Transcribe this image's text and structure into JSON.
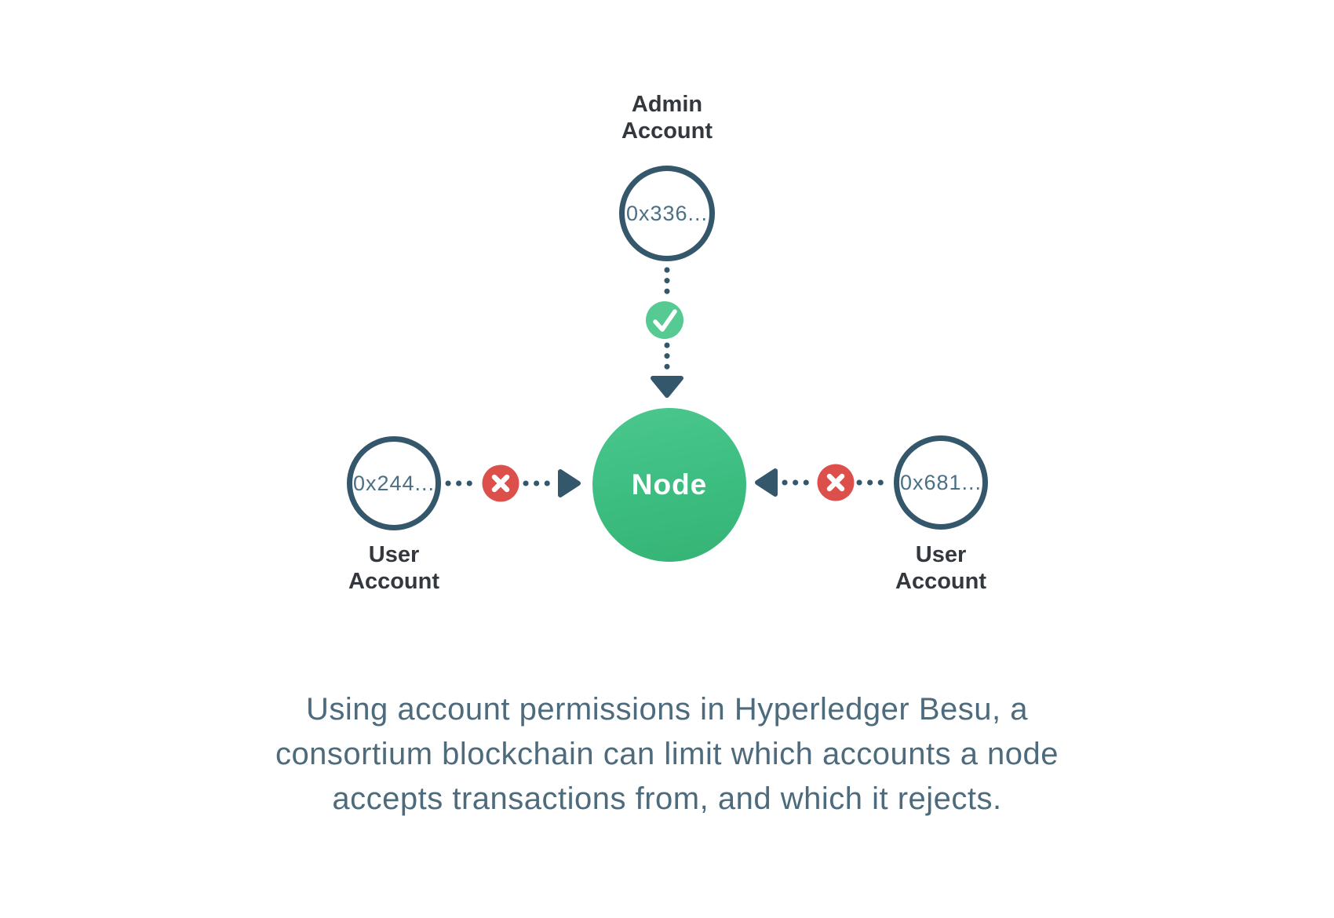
{
  "colors": {
    "background": "#ffffff",
    "slate_line": "#35576b",
    "label_text": "#33383e",
    "address_text": "#4b7085",
    "node_green": "#3cbd80",
    "check_green": "#55ca92",
    "cross_red": "#dc4f4a",
    "caption_text": "#4d6b7c"
  },
  "diagram": {
    "admin": {
      "label_line1": "Admin",
      "label_line2": "Account",
      "address": "0x336...",
      "status_icon": "check-icon"
    },
    "node": {
      "label": "Node"
    },
    "user_left": {
      "label_line1": "User",
      "label_line2": "Account",
      "address": "0x244...",
      "status_icon": "cross-icon"
    },
    "user_right": {
      "label_line1": "User",
      "label_line2": "Account",
      "address": "0x681...",
      "status_icon": "cross-icon"
    }
  },
  "caption": {
    "line1": "Using account permissions in Hyperledger Besu, a",
    "line2": "consortium blockchain can limit which accounts a node",
    "line3": "accepts transactions from, and which it rejects."
  }
}
